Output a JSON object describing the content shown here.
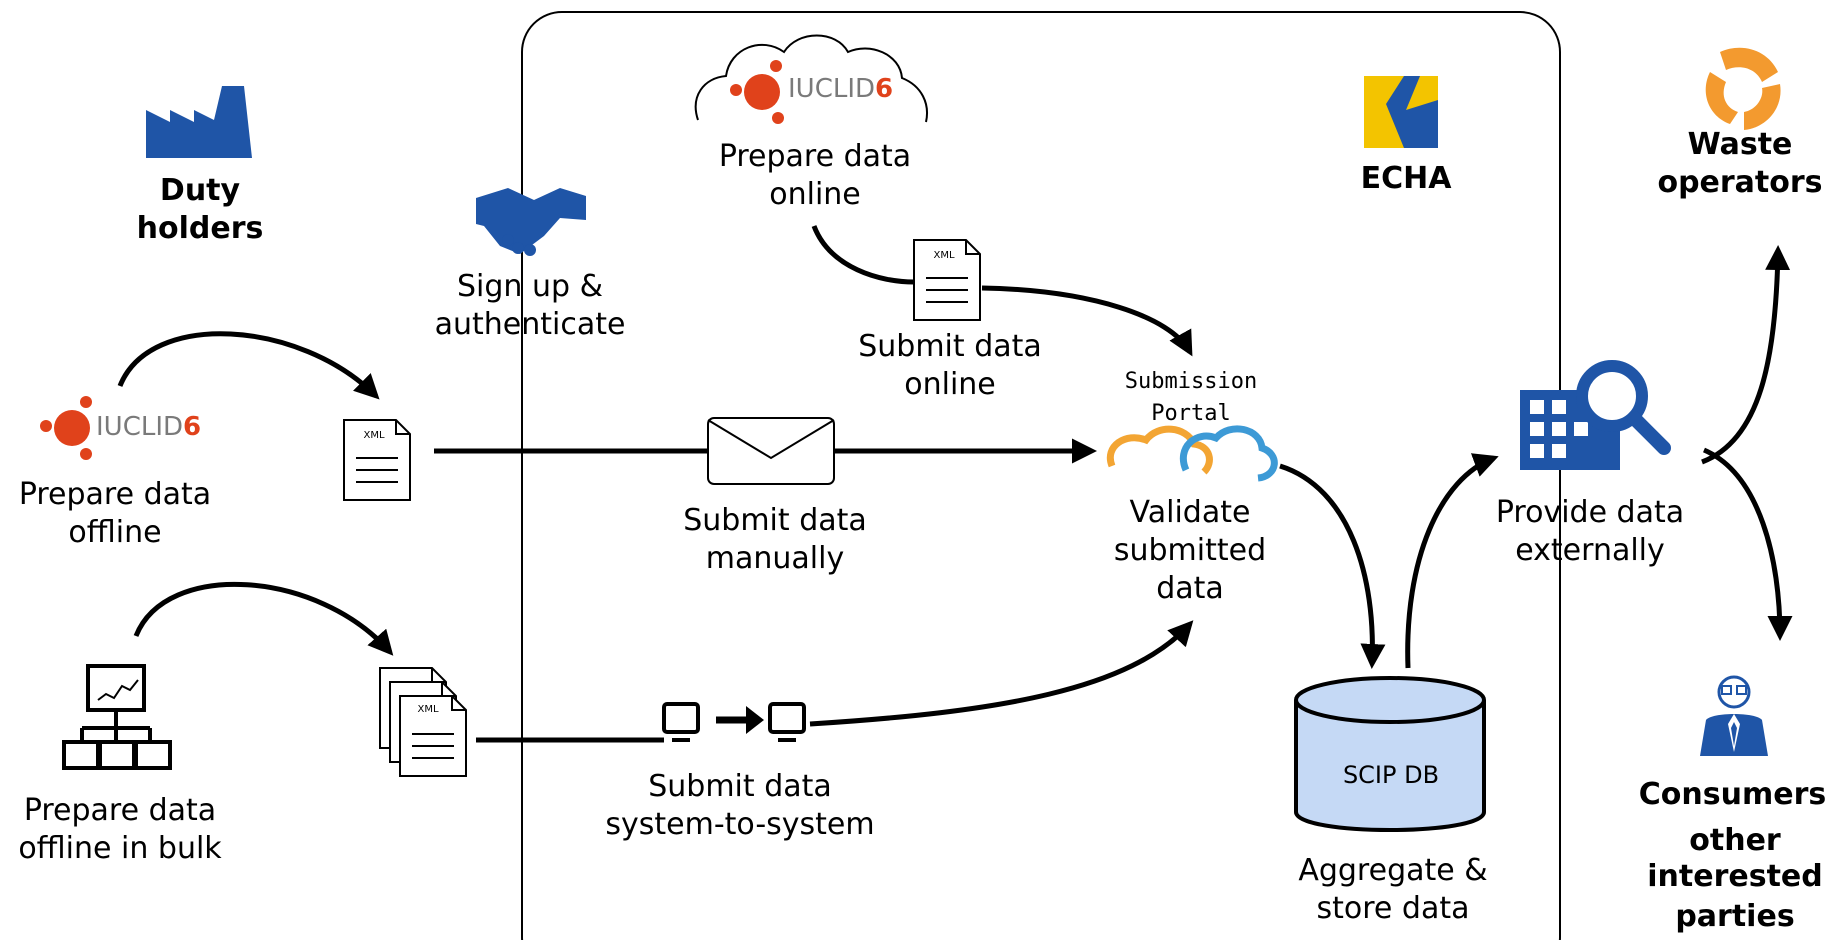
{
  "actors": {
    "duty_holders": "Duty holders",
    "echa": "ECHA",
    "waste_operators": "Waste operators",
    "consumers_line1": "Consumers",
    "consumers_line2": "other",
    "consumers_line3": "interested",
    "consumers_line4": "parties"
  },
  "steps": {
    "sign_up": "Sign up & authenticate",
    "prepare_online": "Prepare data online",
    "prepare_offline": "Prepare data offline",
    "prepare_bulk": "Prepare data offline in bulk",
    "submit_online": "Submit data online",
    "submit_manually": "Submit data manually",
    "submit_s2s": "Submit data system-to-system",
    "portal": "Submission Portal",
    "validate": "Validate submitted data",
    "aggregate": "Aggregate & store data",
    "provide": "Provide data externally",
    "db": "SCIP DB"
  },
  "logos": {
    "iuclid": "IUCLID",
    "iuclid_version": "6"
  },
  "file_tag": "XML",
  "colors": {
    "blue": "#1f55a7",
    "iuclid_orange": "#e0421b",
    "db_fill": "#c5d9f5",
    "waste_orange": "#f39a2f",
    "echa_yellow": "#f3c400"
  }
}
